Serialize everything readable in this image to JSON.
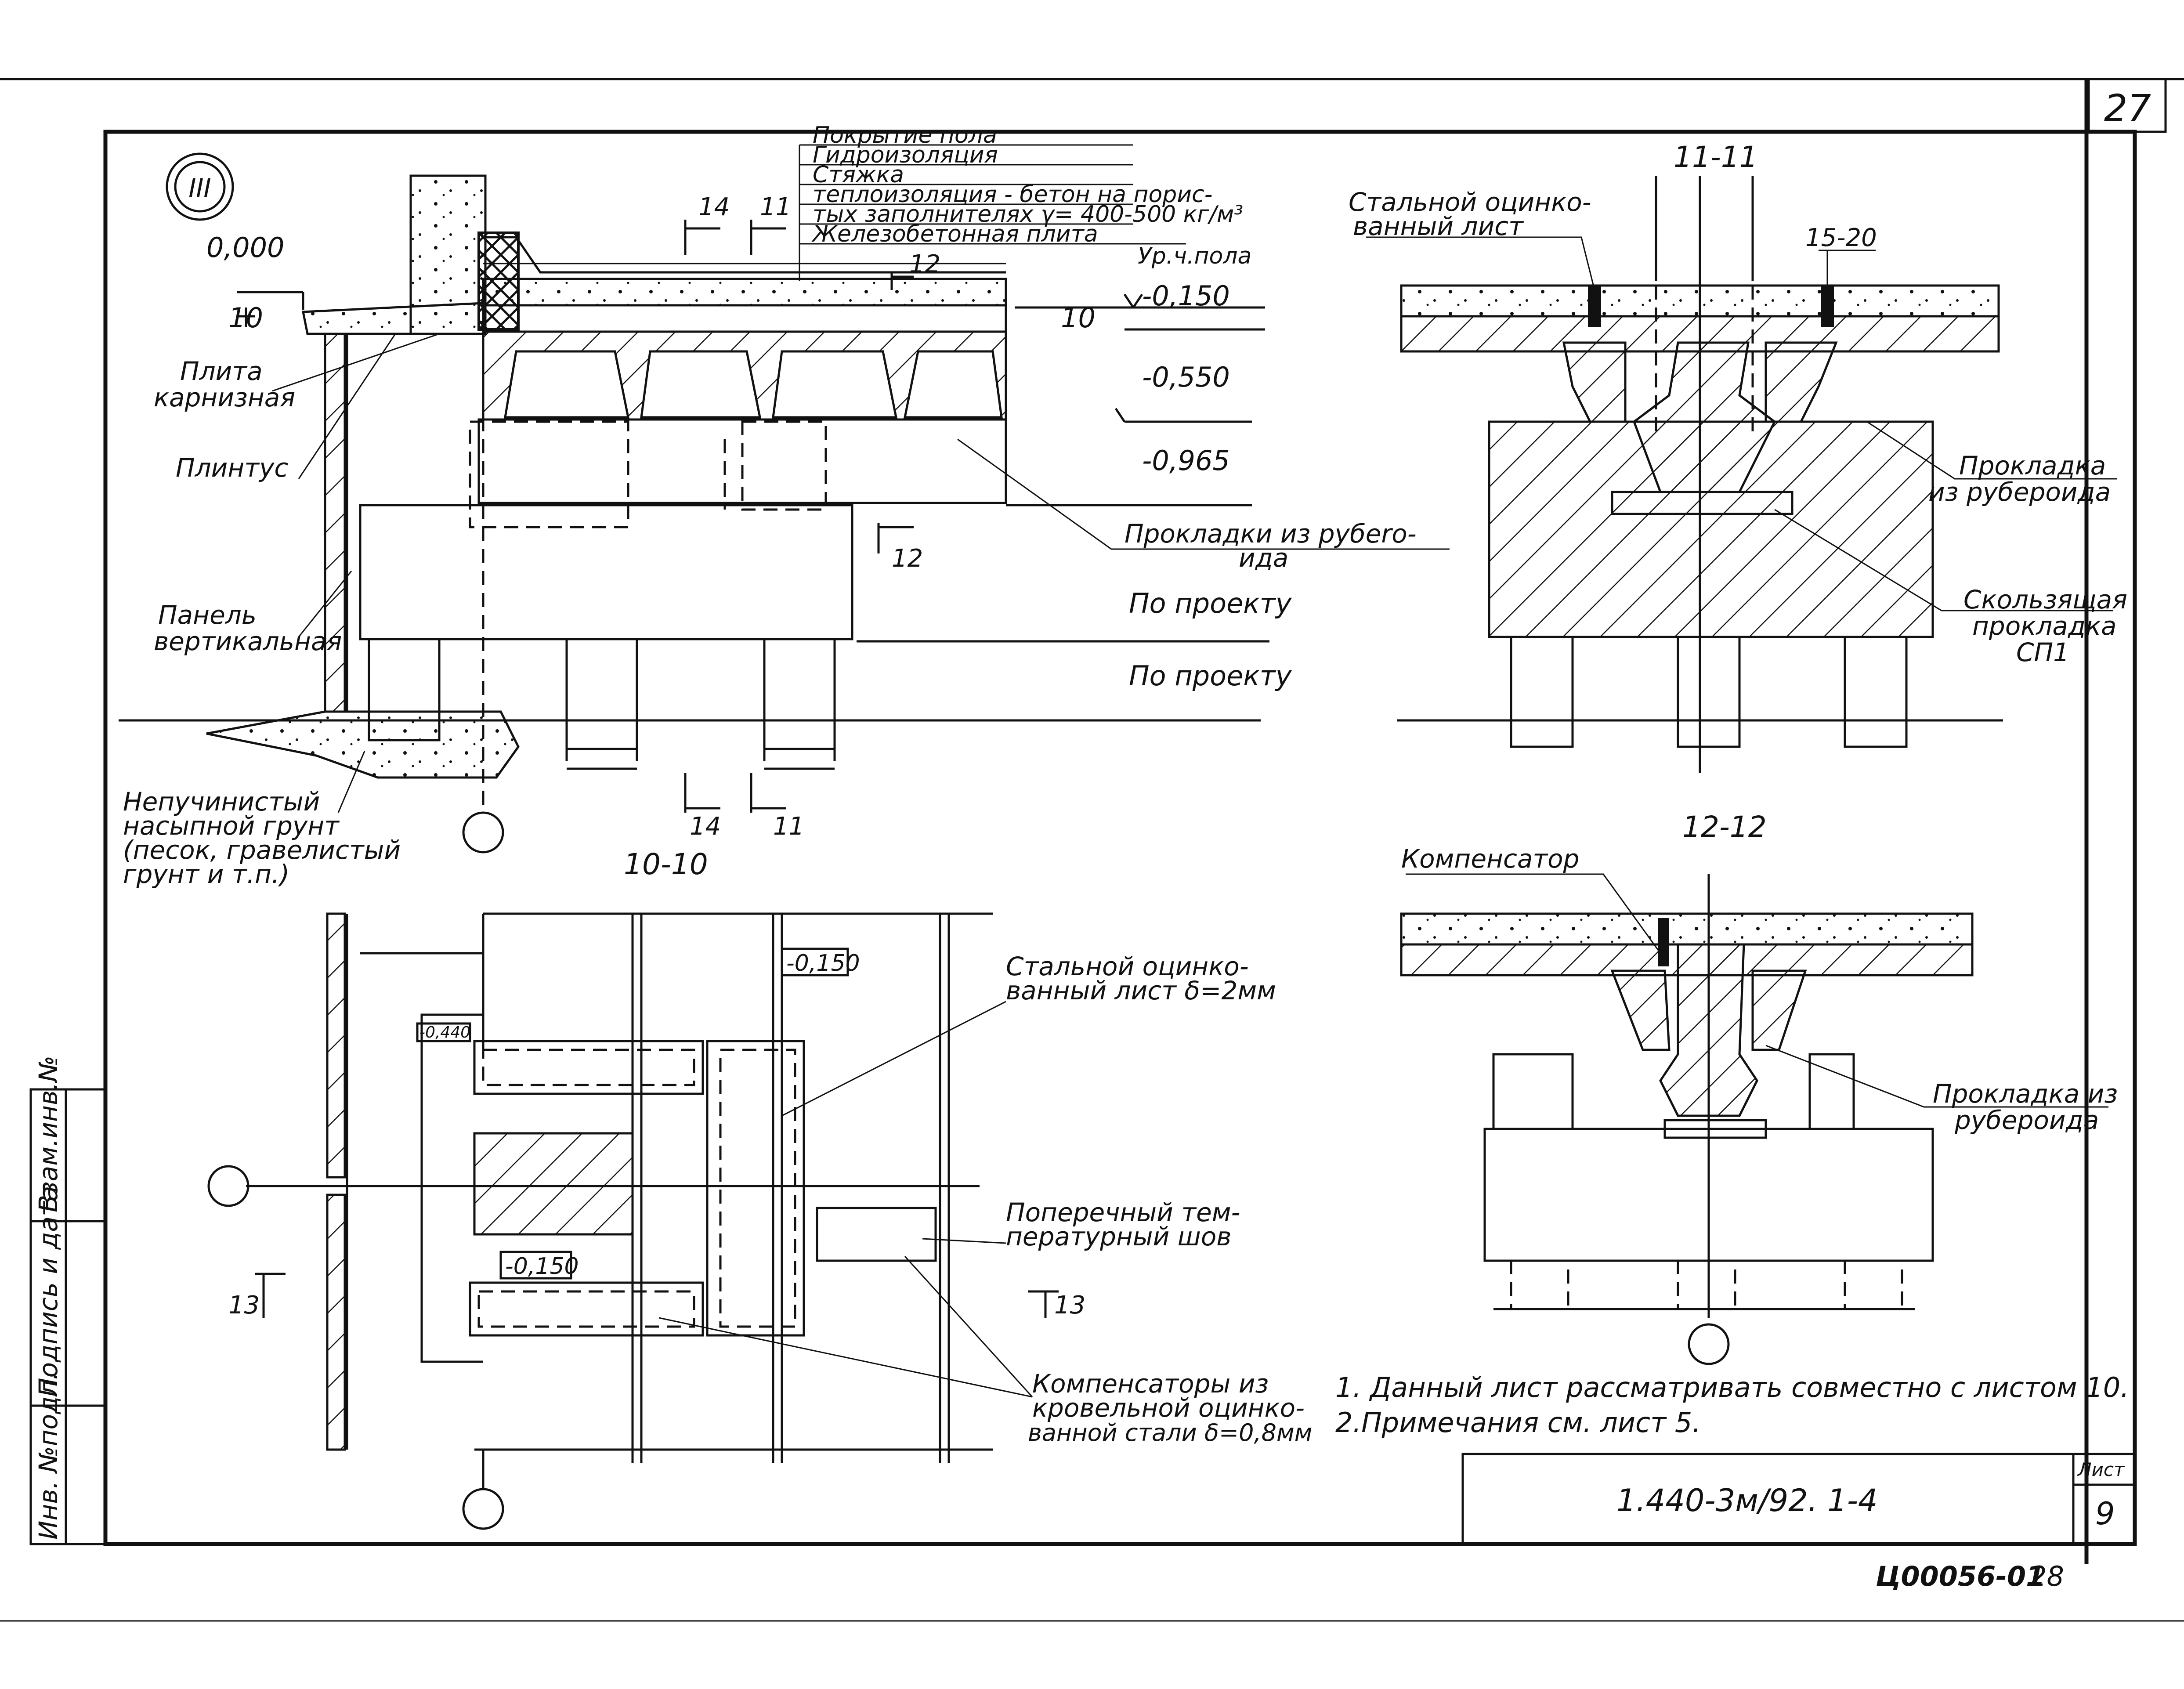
{
  "sheet": {
    "corner_number": "27",
    "callout_symbol": "III",
    "footer_code": "Ц00056-01",
    "footer_page": "28",
    "stamp_code": "1.440-3м/92. 1-4",
    "sheet_label": "Лист",
    "sheet_number": "9"
  },
  "side_stamp": [
    "Инв. №подл.",
    "Подпись и дата",
    "Взам.инв.№"
  ],
  "main_section": {
    "layers": [
      "Покрытие пола",
      "Гидроизоляция",
      "Стяжка",
      "теплоизоляция - бетон на порис-",
      "тых заполнителях γ= 400-500 кг/м³",
      "Железобетонная плита"
    ],
    "floor_level_label": "Ур.ч.пола",
    "levels": [
      "0,000",
      "-0,150",
      "-0,550",
      "-0,965",
      "По проекту",
      "По проекту"
    ],
    "dims": [
      "10",
      "10"
    ],
    "cut_marks": [
      "14",
      "11",
      "12",
      "12",
      "14",
      "11"
    ],
    "labels": {
      "plita": [
        "Плита",
        "карнизная"
      ],
      "plintus": "Плинтус",
      "panel": [
        "Панель",
        "вертикальная"
      ],
      "grunt": [
        "Непучинистый",
        "насыпной грунт",
        "(песок, гравелистый",
        "грунт и т.п.)"
      ],
      "prokladki": [
        "Прокладки из рубero-",
        "ида"
      ]
    }
  },
  "section_11": {
    "title": "11-11",
    "dim": "15-20",
    "labels": {
      "steel": [
        "Стальной оцинко-",
        "ванный лист"
      ],
      "roofing": [
        "Прокладка",
        "из рубероида"
      ],
      "sliding": [
        "Скользящая",
        "прокладка",
        "СП1"
      ]
    }
  },
  "section_12": {
    "title": "12-12",
    "labels": {
      "comp": "Компенсатор",
      "roofing": [
        "Прокладка из",
        "рубероида"
      ]
    }
  },
  "plan_10": {
    "title": "10-10",
    "levels": [
      "-0,150",
      "-0,440",
      "-0,150"
    ],
    "cut_marks": [
      "13",
      "13"
    ],
    "labels": {
      "steel": [
        "Стальной оцинко-",
        "ванный лист δ=2мм"
      ],
      "joint": [
        "Поперечный тем-",
        "пературный шов"
      ],
      "comp": [
        "Компенсаторы из",
        "кровельной оцинко-",
        "ванной стали δ=0,8мм"
      ]
    }
  },
  "notes": [
    "1. Данный лист рассматривать совместно с листом 10.",
    "2.Примечания  см. лист 5."
  ]
}
